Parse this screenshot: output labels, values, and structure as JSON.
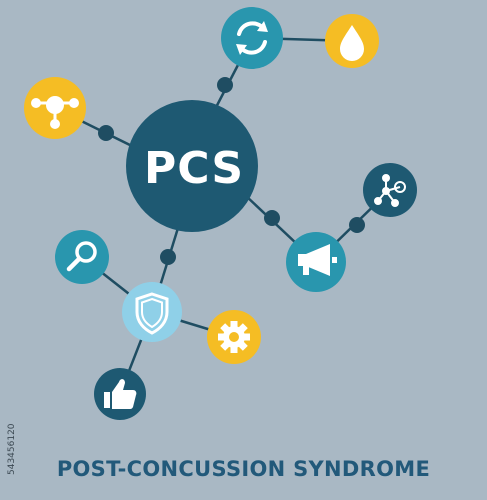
{
  "diagram": {
    "center_label": "PCS",
    "title": "POST-CONCUSSION SYNDROME",
    "image_code": "543456120",
    "colors": {
      "background": "#a9b8c4",
      "dark": "#1e5972",
      "teal": "#2996ae",
      "yellow": "#f5bd24",
      "light_blue": "#8fd0e8",
      "line": "#1f4d62",
      "title": "#22597a"
    },
    "nodes": [
      {
        "id": "recycle",
        "icon": "recycle-arrows-icon",
        "color": "teal"
      },
      {
        "id": "drop",
        "icon": "water-drop-icon",
        "color": "yellow"
      },
      {
        "id": "molecule",
        "icon": "molecule-icon",
        "color": "yellow"
      },
      {
        "id": "network",
        "icon": "network-nodes-icon",
        "color": "dark"
      },
      {
        "id": "megaphone",
        "icon": "megaphone-icon",
        "color": "teal"
      },
      {
        "id": "search",
        "icon": "magnifier-icon",
        "color": "teal"
      },
      {
        "id": "shield",
        "icon": "shield-icon",
        "color": "light_blue"
      },
      {
        "id": "gear",
        "icon": "gear-icon",
        "color": "yellow"
      },
      {
        "id": "thumbs",
        "icon": "thumbs-up-icon",
        "color": "dark"
      }
    ]
  }
}
